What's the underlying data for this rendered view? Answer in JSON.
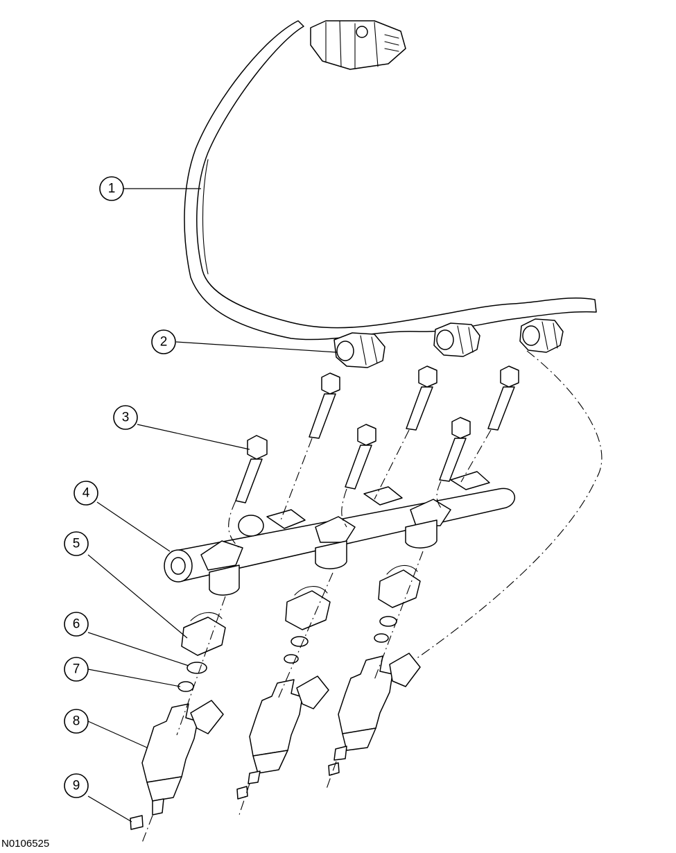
{
  "figure_id": "N0106525",
  "callouts": [
    {
      "number": "1"
    },
    {
      "number": "2"
    },
    {
      "number": "3"
    },
    {
      "number": "4"
    },
    {
      "number": "5"
    },
    {
      "number": "6"
    },
    {
      "number": "7"
    },
    {
      "number": "8"
    },
    {
      "number": "9"
    }
  ]
}
